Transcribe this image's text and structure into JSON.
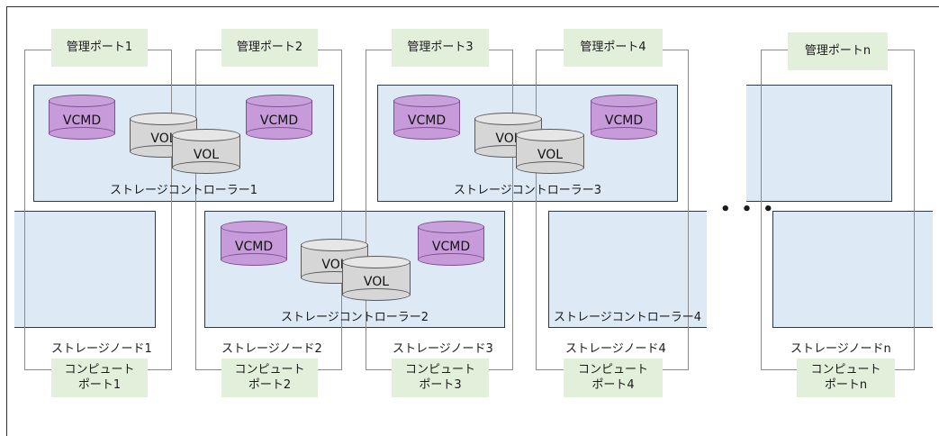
{
  "nodes": [
    {
      "mgmt_port": "管理ポート1",
      "compute_port_line1": "コンピュート",
      "compute_port_line2": "ポート1",
      "node_label": "ストレージノード1"
    },
    {
      "mgmt_port": "管理ポート2",
      "compute_port_line1": "コンピュート",
      "compute_port_line2": "ポート2",
      "node_label": "ストレージノード2"
    },
    {
      "mgmt_port": "管理ポート3",
      "compute_port_line1": "コンピュート",
      "compute_port_line2": "ポート3",
      "node_label": "ストレージノード3"
    },
    {
      "mgmt_port": "管理ポート4",
      "compute_port_line1": "コンピュート",
      "compute_port_line2": "ポート4",
      "node_label": "ストレージノード4"
    },
    {
      "mgmt_port": "管理ポートn",
      "compute_port_line1": "コンピュート",
      "compute_port_line2": "ポートn",
      "node_label": "ストレージノードn"
    }
  ],
  "controllers": [
    {
      "label": "ストレージコントローラー1",
      "vcmd_a": "VCMD",
      "vcmd_b": "VCMD",
      "vol_back": "VOL",
      "vol_front": "VOL"
    },
    {
      "label": "ストレージコントローラー2",
      "vcmd_a": "VCMD",
      "vcmd_b": "VCMD",
      "vol_back": "VOL",
      "vol_front": "VOL"
    },
    {
      "label": "ストレージコントローラー3",
      "vcmd_a": "VCMD",
      "vcmd_b": "VCMD",
      "vol_back": "VOL",
      "vol_front": "VOL"
    },
    {
      "label": "ストレージコントローラー4"
    }
  ],
  "ellipsis": "• • •",
  "colors": {
    "controller_fill": "#dde9f5",
    "port_fill": "#e2efda",
    "vcmd_fill": "#c79bd9",
    "vol_fill": "#d6d6d6"
  }
}
